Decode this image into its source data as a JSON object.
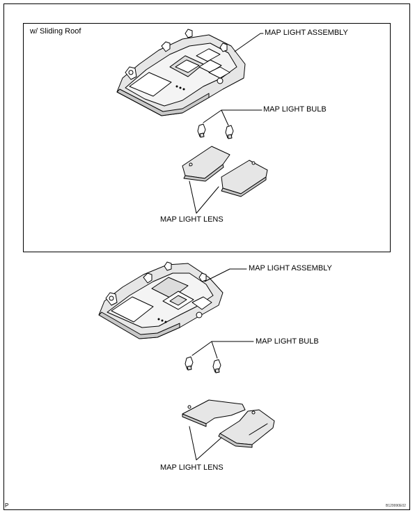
{
  "upper_panel": {
    "variant_label": "w/ Sliding Roof",
    "callouts": {
      "assembly": "MAP LIGHT ASSEMBLY",
      "bulb": "MAP LIGHT BULB",
      "lens": "MAP LIGHT LENS"
    }
  },
  "lower_panel": {
    "callouts": {
      "assembly": "MAP LIGHT ASSEMBLY",
      "bulb": "MAP LIGHT BULB",
      "lens": "MAP LIGHT LENS"
    }
  },
  "footer": {
    "corner_mark": "P",
    "figure_id": "B129990E02"
  },
  "colors": {
    "line": "#000000",
    "part_fill": "#e6e6e6",
    "part_shadow": "#c8c8c8"
  }
}
